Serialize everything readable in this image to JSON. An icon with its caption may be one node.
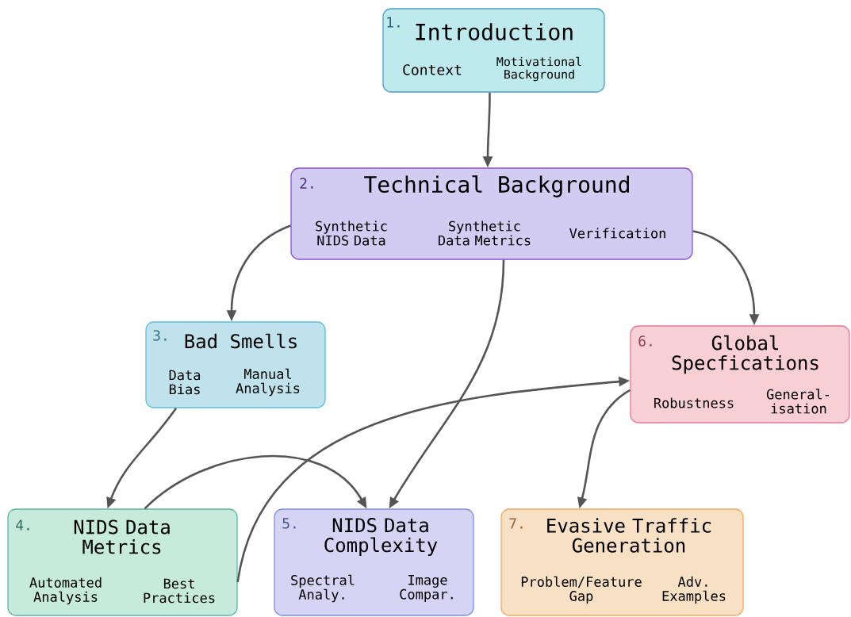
{
  "diagram": {
    "nodes": [
      {
        "text": [
          "1.",
          "Introduction",
          "Context",
          "Motivational Background"
        ]
      },
      {
        "text": [
          "2.",
          "Technical Background",
          "Synthetic NIDS Data",
          "Synthetic Data Metrics",
          "Verification"
        ]
      },
      {
        "text": [
          "3.",
          "Bad Smells",
          "Data Bias",
          "Manual Analysis"
        ]
      },
      {
        "text": [
          "4.",
          "NIDS Data Metrics",
          "Automated Analysis",
          "Best Practices"
        ]
      },
      {
        "text": [
          "5.",
          "NIDS Data Complexity",
          "Spectral Analy.",
          "Image Compar."
        ]
      },
      {
        "text": [
          "6.",
          "Global Specfications",
          "Robustness",
          "General- isation"
        ]
      },
      {
        "text": [
          "7.",
          "Evasive Traffic Generation",
          "Problem/Feature Gap",
          "Adv. Examples"
        ]
      }
    ],
    "edges": [
      {
        "from": 0,
        "to": 1,
        "arrow": "to"
      },
      {
        "from": 1,
        "to": 2,
        "arrow": "to"
      },
      {
        "from": 1,
        "to": 4,
        "arrow": "to"
      },
      {
        "from": 1,
        "to": 5,
        "arrow": "to"
      },
      {
        "from": 2,
        "to": 3,
        "arrow": "to"
      },
      {
        "from": 3,
        "to": 4,
        "arrow": "to"
      },
      {
        "from": 3,
        "to": 5,
        "arrow": "to"
      },
      {
        "from": 5,
        "to": 6,
        "arrow": "to"
      }
    ]
  }
}
